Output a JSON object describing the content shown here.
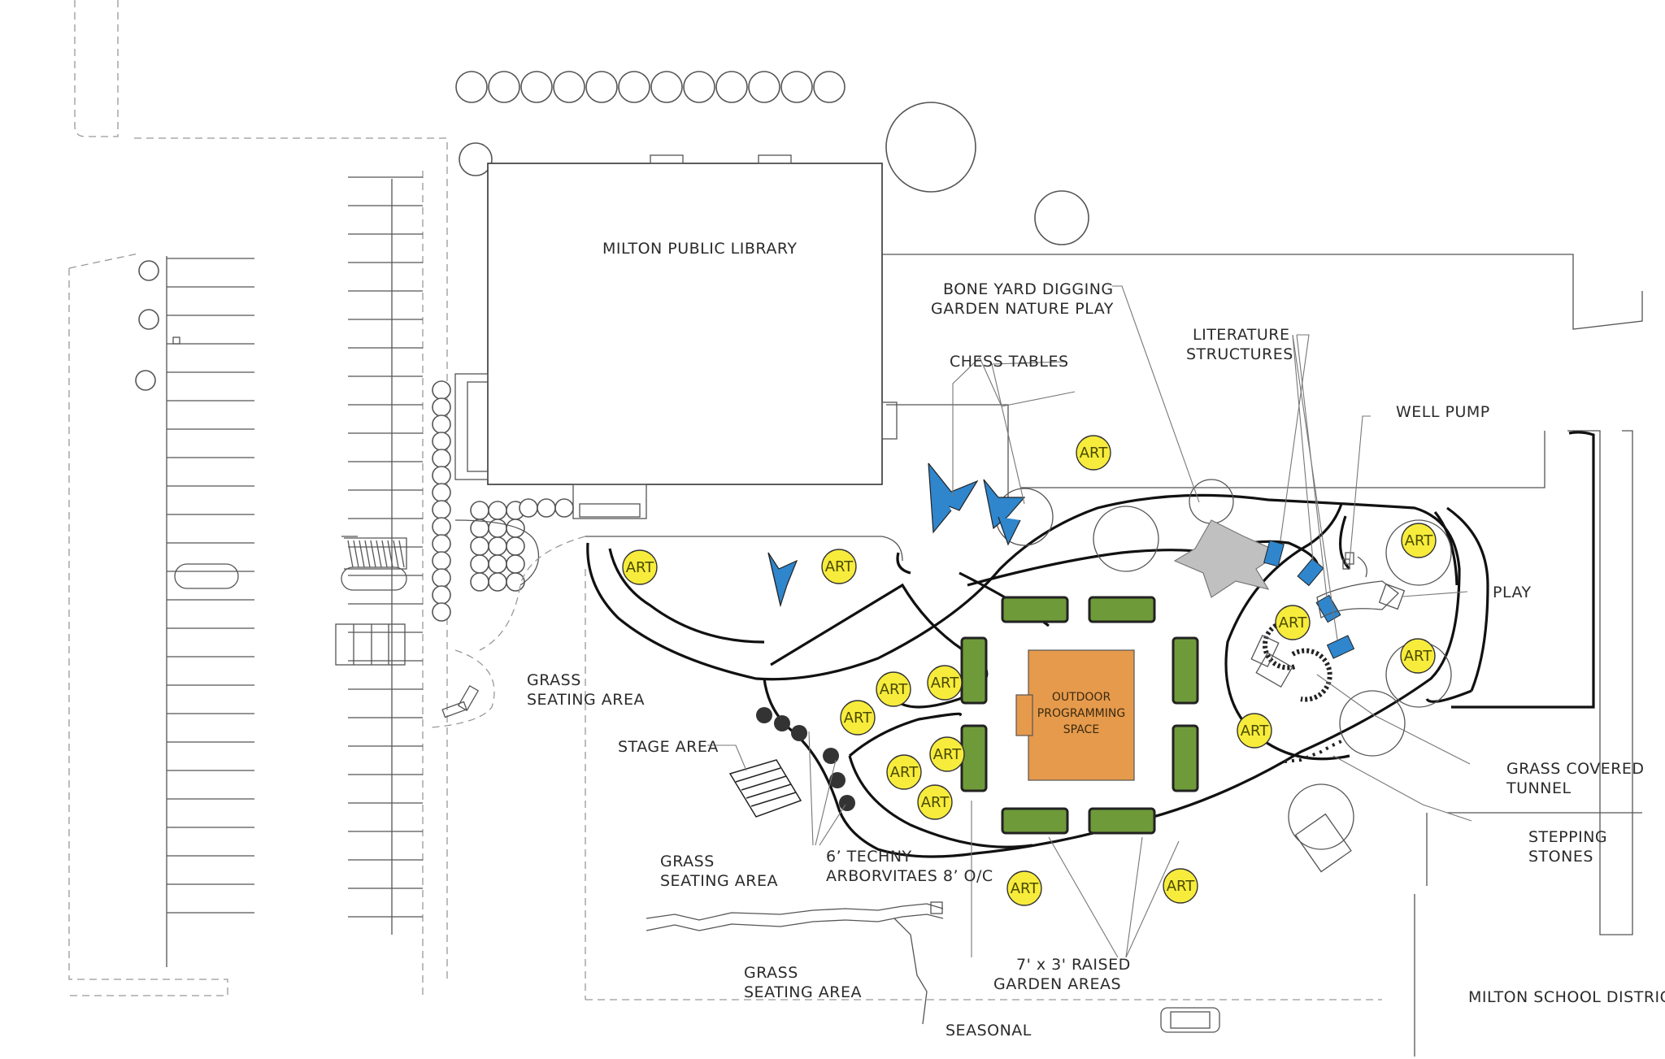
{
  "labels": {
    "library": "MILTON PUBLIC LIBRARY",
    "bone_yard_1": "BONE YARD DIGGING",
    "bone_yard_2": "GARDEN NATURE PLAY",
    "chess": "CHESS TABLES",
    "literature_1": "LITERATURE",
    "literature_2": "STRUCTURES",
    "well_pump": "WELL PUMP",
    "play": "PLAY",
    "grass_seating_1a": "GRASS",
    "grass_seating_1b": "SEATING AREA",
    "stage": "STAGE AREA",
    "grass_seating_2a": "GRASS",
    "grass_seating_2b": "SEATING AREA",
    "arbor_1": "6’ TECHNY",
    "arbor_2": "ARBORVITAES 8’ O/C",
    "outdoor_1": "OUTDOOR",
    "outdoor_2": "PROGRAMMING",
    "outdoor_3": "SPACE",
    "raised_1": "7' x 3' RAISED",
    "raised_2": "GARDEN AREAS",
    "tunnel_1": "GRASS COVERED",
    "tunnel_2": "TUNNEL",
    "stepping_1": "STEPPING",
    "stepping_2": "STONES",
    "grass_seating_3a": "GRASS",
    "grass_seating_3b": "SEATING AREA",
    "seasonal": "SEASONAL",
    "school": "MILTON SCHOOL DISTRICT",
    "art": "ART"
  },
  "colors": {
    "art_marker": "#f7ec3c",
    "structure": "#2f86cc",
    "garden_bed": "#6f9a3a",
    "programming_space": "#e69a4c",
    "bone_yard": "#c0c0c0"
  }
}
